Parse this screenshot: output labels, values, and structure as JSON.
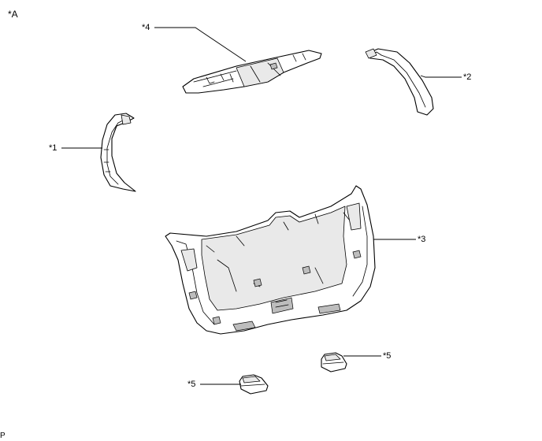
{
  "figure": {
    "view_label": "*A",
    "corner_label": "P"
  },
  "callouts": [
    {
      "id": "1",
      "text": "*1"
    },
    {
      "id": "2",
      "text": "*2"
    },
    {
      "id": "3",
      "text": "*3"
    },
    {
      "id": "4",
      "text": "*4"
    },
    {
      "id": "5a",
      "text": "*5"
    },
    {
      "id": "5b",
      "text": "*5"
    }
  ],
  "colors": {
    "line": "#000000",
    "background": "#ffffff"
  }
}
